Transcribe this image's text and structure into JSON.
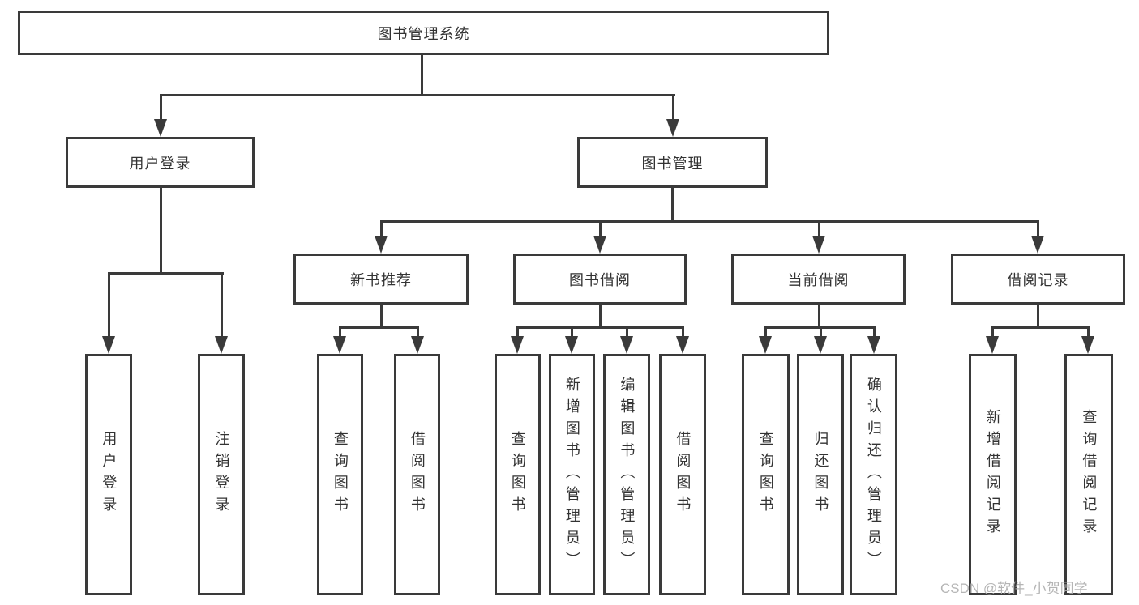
{
  "diagram_type": "hierarchy-tree",
  "tree": {
    "label": "图书管理系统",
    "children": [
      {
        "label": "用户登录",
        "children": [
          {
            "label": "用户登录"
          },
          {
            "label": "注销登录"
          }
        ]
      },
      {
        "label": "图书管理",
        "children": [
          {
            "label": "新书推荐",
            "children": [
              {
                "label": "查询图书"
              },
              {
                "label": "借阅图书"
              }
            ]
          },
          {
            "label": "图书借阅",
            "children": [
              {
                "label": "查询图书"
              },
              {
                "label": "新增图书（管理员）"
              },
              {
                "label": "编辑图书（管理员）"
              },
              {
                "label": "借阅图书"
              }
            ]
          },
          {
            "label": "当前借阅",
            "children": [
              {
                "label": "查询图书"
              },
              {
                "label": "归还图书"
              },
              {
                "label": "确认归还（管理员）"
              }
            ]
          },
          {
            "label": "借阅记录",
            "children": [
              {
                "label": "新增借阅记录"
              },
              {
                "label": "查询借阅记录"
              }
            ]
          }
        ]
      }
    ]
  },
  "watermark": {
    "text": "CSDN @软件_小贺同学"
  },
  "colors": {
    "line": "#3a3a3a",
    "box_border": "#3a3a3a",
    "text": "#333333",
    "background": "#ffffff",
    "watermark": "#aeaeae"
  }
}
